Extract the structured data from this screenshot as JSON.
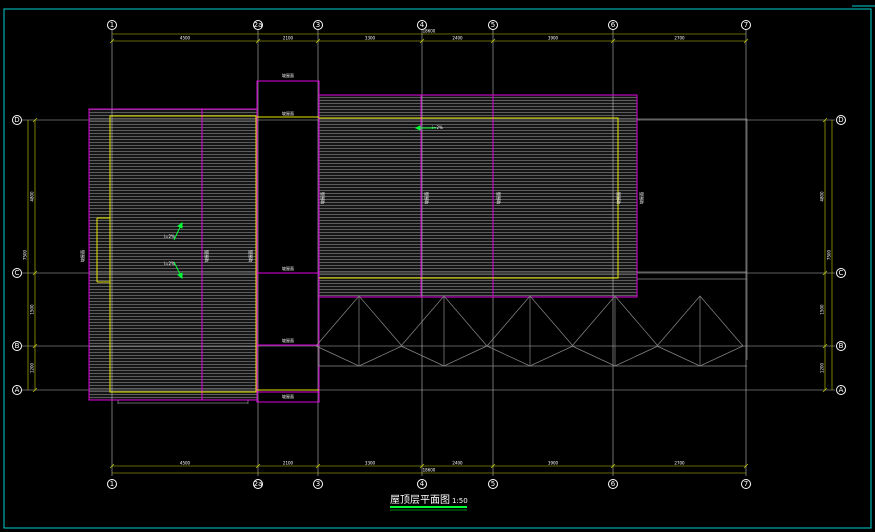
{
  "title": "屋顶层平面图",
  "scale": "1:50",
  "columns": [
    "1",
    "2a",
    "3",
    "4",
    "5",
    "6",
    "7"
  ],
  "rows": [
    "D",
    "C",
    "B",
    "A"
  ],
  "top_dims": {
    "overall": "18600",
    "segments": [
      "4500",
      "2100",
      "3300",
      "2400",
      "3900",
      "2700"
    ]
  },
  "bottom_dims": {
    "overall": "18600",
    "segments": [
      "4500",
      "2100",
      "3300",
      "2400",
      "3900",
      "2700"
    ]
  },
  "left_dims": {
    "overall": "7500",
    "segments": [
      "4800",
      "1500",
      "1200"
    ]
  },
  "right_dims": {
    "overall": "7500",
    "segments": [
      "4800",
      "1500",
      "1200"
    ]
  },
  "notes": {
    "slope_label": "i=2%",
    "drain_label": "排水方向",
    "roof_label": "坡屋面"
  },
  "colors": {
    "background": "#000000",
    "axis": "#bcbcbc",
    "dim": "#c8d200",
    "wall": "#e000e0",
    "yellow": "#e8e800",
    "hatch": "#9a9a9a",
    "green": "#00ff33",
    "frame": "#00d0d0"
  }
}
